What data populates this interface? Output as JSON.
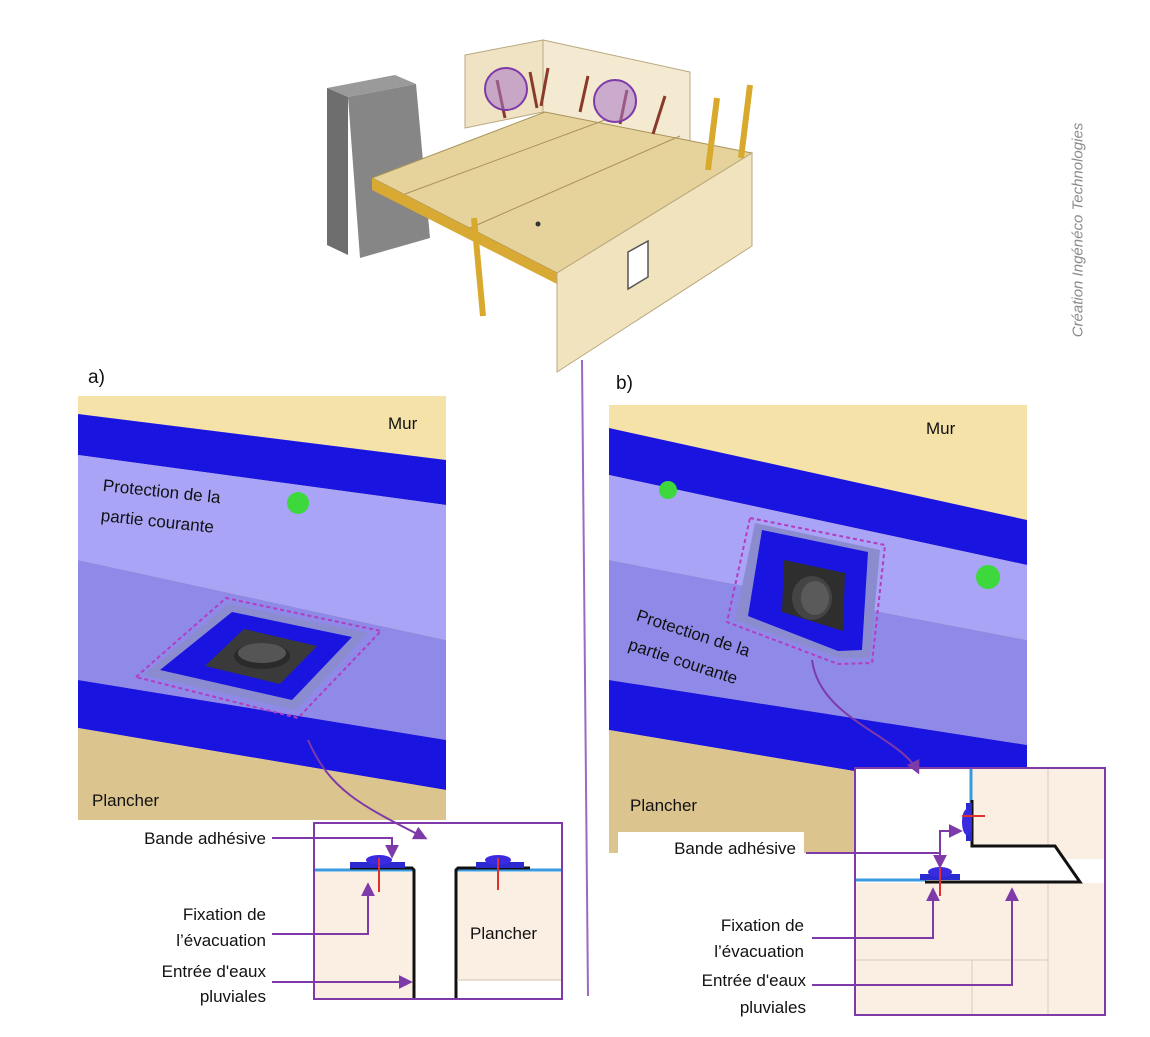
{
  "credit": "Création Ingénéco Technologies",
  "panel_a": {
    "tag": "a)",
    "mur": "Mur",
    "protection_line1": "Protection de la",
    "protection_line2": "partie courante",
    "plancher": "Plancher",
    "callout_bande": "Bande adhésive",
    "callout_fixation_1": "Fixation de",
    "callout_fixation_2": "l’évacuation",
    "callout_entree_1": "Entrée d'eaux",
    "callout_entree_2": "pluviales",
    "inset_plancher": "Plancher"
  },
  "panel_b": {
    "tag": "b)",
    "mur": "Mur",
    "protection_line1": "Protection de la",
    "protection_line2": "partie courante",
    "plancher": "Plancher",
    "callout_bande": "Bande adhésive",
    "callout_fixation_1": "Fixation de",
    "callout_fixation_2": "l’évacuation",
    "callout_entree_1": "Entrée d'eaux",
    "callout_entree_2": "pluviales"
  },
  "colors": {
    "wall_beige": "#f5e2a8",
    "floor_tan": "#dcc48f",
    "membrane_band": "#1a14e0",
    "protection": "#a9a4f6",
    "protection_lower": "#8f8ae8",
    "callout_purple": "#7d3aa8",
    "green_dot": "#3cd83c",
    "inset_fill": "#fbeee2"
  }
}
